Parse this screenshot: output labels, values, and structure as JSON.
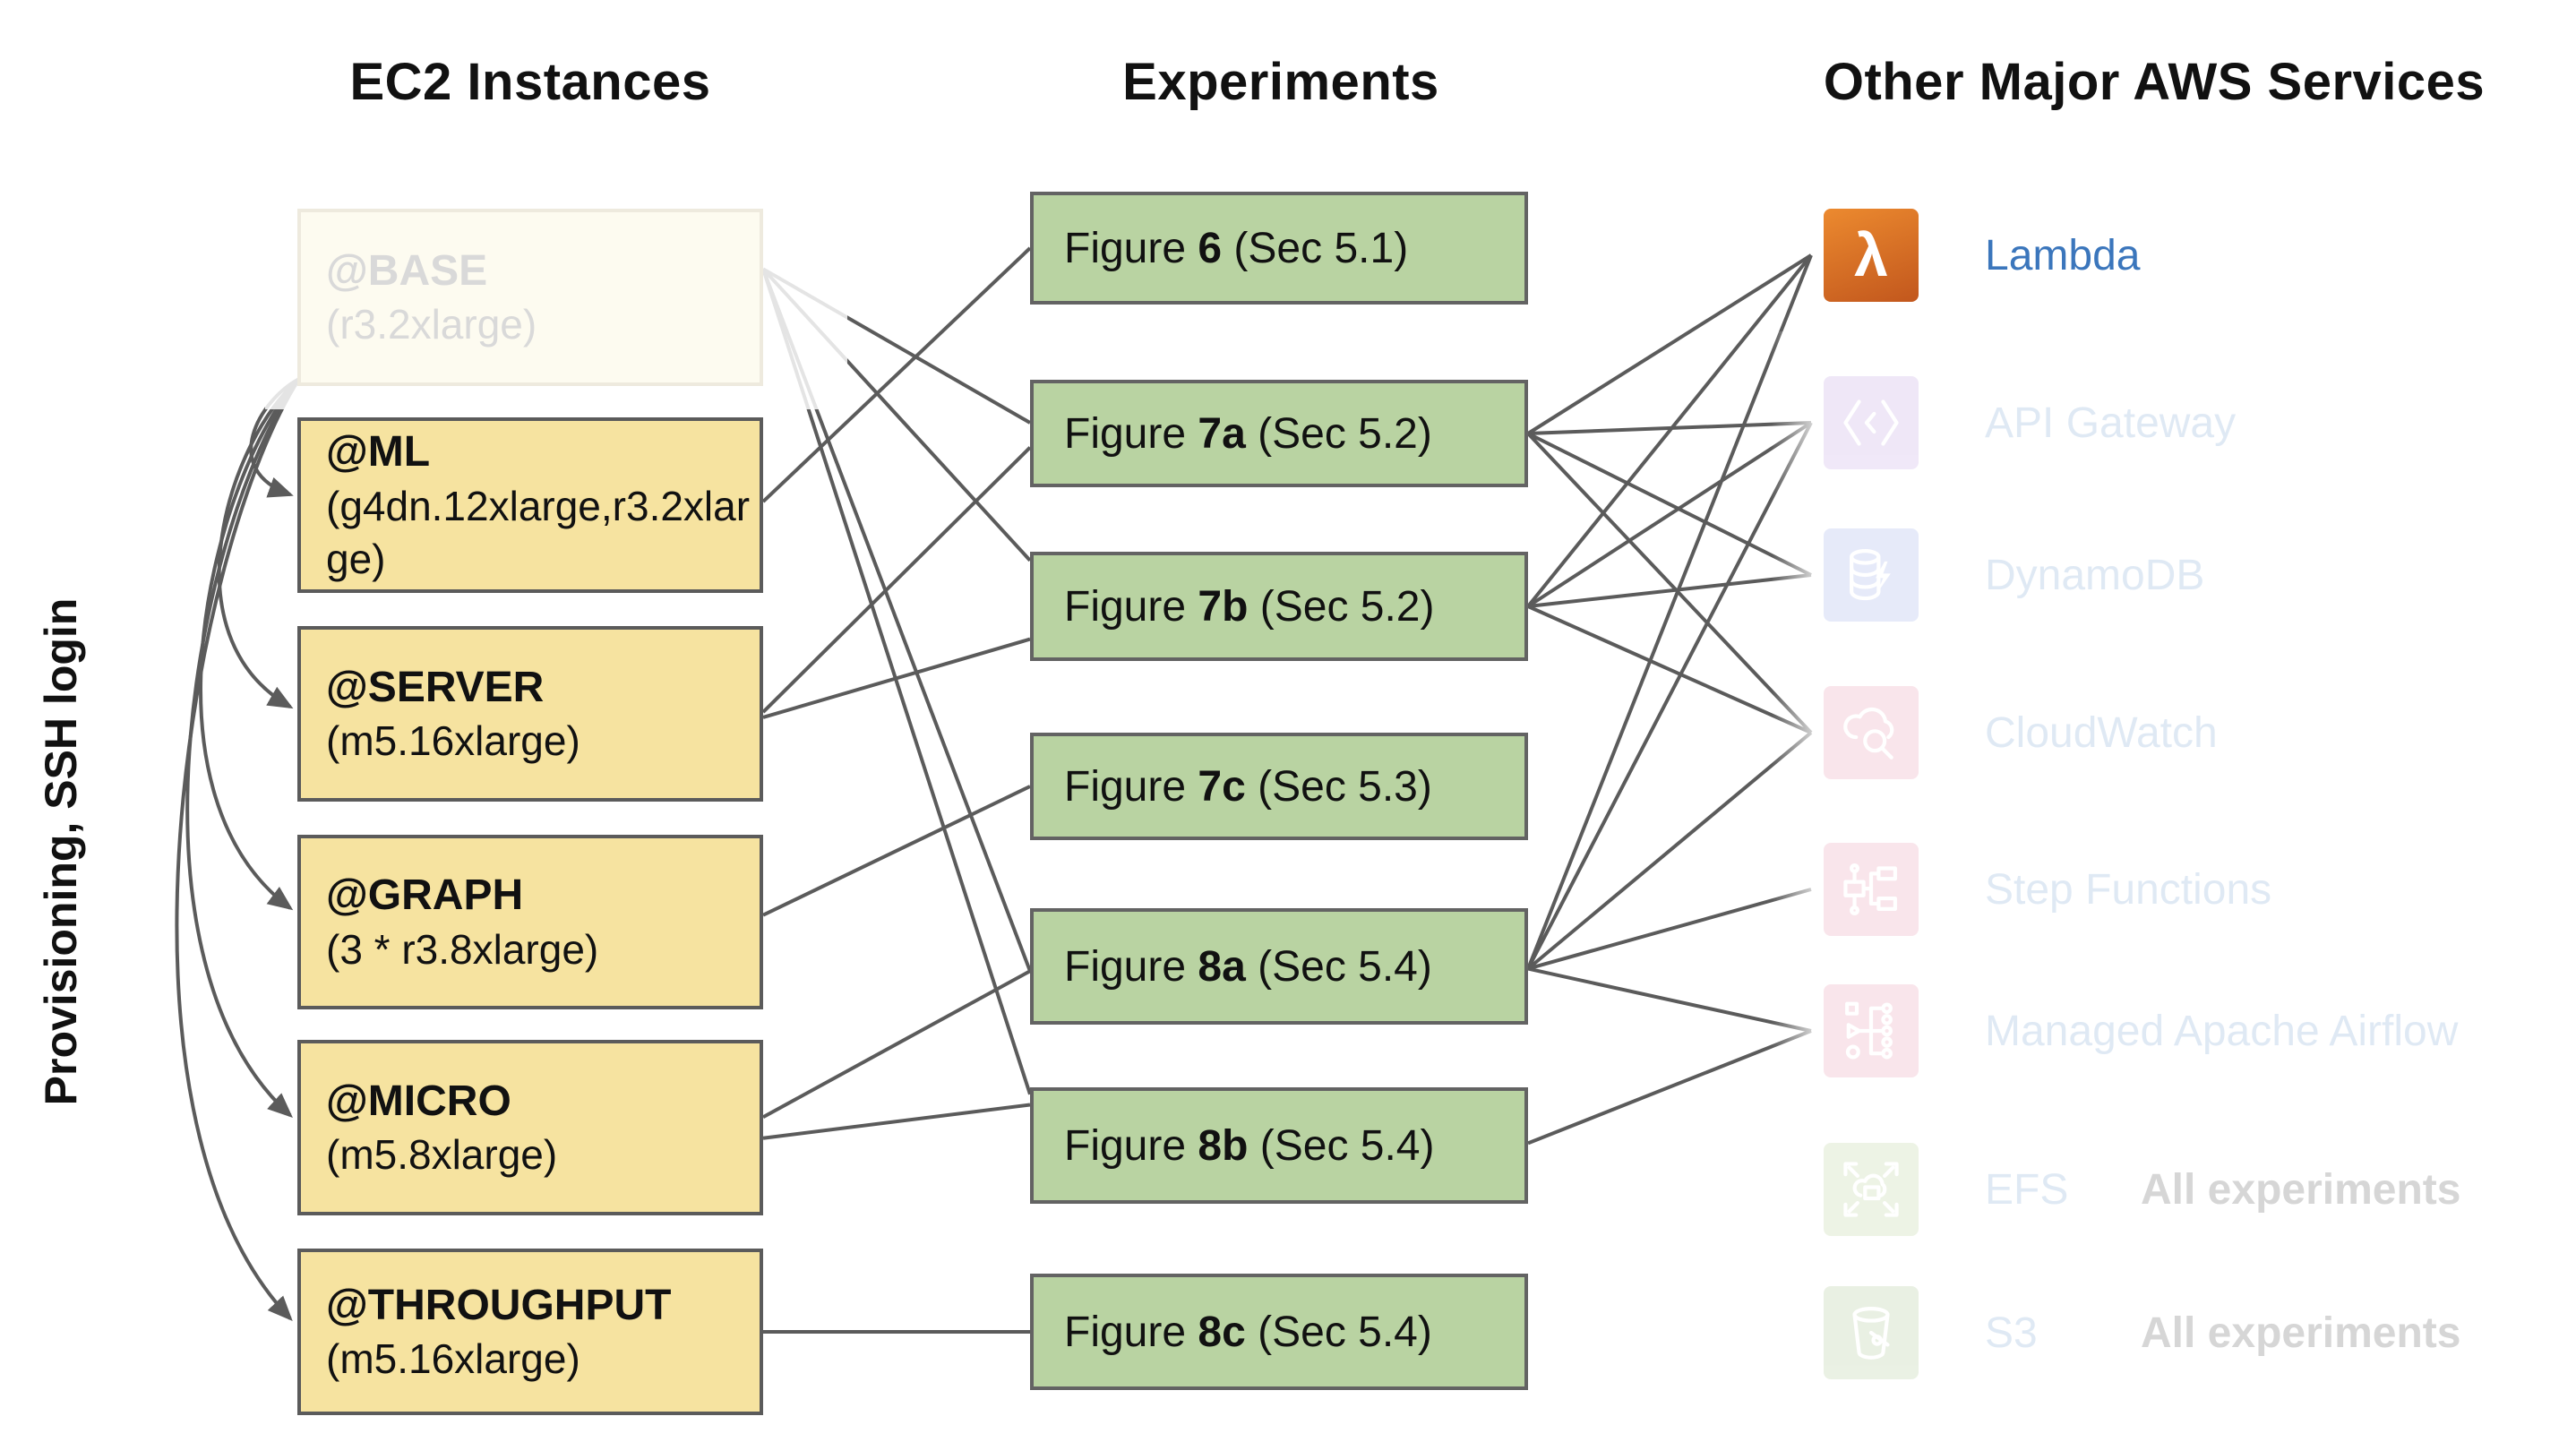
{
  "headers": {
    "ec2": "EC2 Instances",
    "experiments": "Experiments",
    "services": "Other Major AWS Services"
  },
  "side_label": "Provisioning, SSH login",
  "ec2_boxes": [
    {
      "id": "base",
      "name": "@BASE",
      "spec": "(r3.2xlarge)",
      "faded": true
    },
    {
      "id": "ml",
      "name": "@ML",
      "spec": "(g4dn.12xlarge,r3.2xlarge)",
      "faded": false
    },
    {
      "id": "server",
      "name": "@SERVER",
      "spec": "(m5.16xlarge)",
      "faded": false
    },
    {
      "id": "graph",
      "name": "@GRAPH",
      "spec": "(3 * r3.8xlarge)",
      "faded": false
    },
    {
      "id": "micro",
      "name": "@MICRO",
      "spec": "(m5.8xlarge)",
      "faded": false
    },
    {
      "id": "throughput",
      "name": "@THROUGHPUT",
      "spec": "(m5.16xlarge)",
      "faded": false
    }
  ],
  "experiment_boxes": [
    {
      "id": "fig6",
      "word": "Figure",
      "num": "6",
      "sec": "Sec 5.1"
    },
    {
      "id": "fig7a",
      "word": "Figure",
      "num": "7a",
      "sec": "Sec 5.2"
    },
    {
      "id": "fig7b",
      "word": "Figure",
      "num": "7b",
      "sec": "Sec 5.2"
    },
    {
      "id": "fig7c",
      "word": "Figure",
      "num": "7c",
      "sec": "Sec 5.3"
    },
    {
      "id": "fig8a",
      "word": "Figure",
      "num": "8a",
      "sec": "Sec 5.4"
    },
    {
      "id": "fig8b",
      "word": "Figure",
      "num": "8b",
      "sec": "Sec 5.4"
    },
    {
      "id": "fig8c",
      "word": "Figure",
      "num": "8c",
      "sec": "Sec 5.4"
    }
  ],
  "services": [
    {
      "id": "lambda",
      "label": "Lambda",
      "icon": "lambda-icon",
      "faded": false,
      "note": ""
    },
    {
      "id": "api",
      "label": "API Gateway",
      "icon": "api-gateway-icon",
      "faded": true,
      "note": ""
    },
    {
      "id": "dynamo",
      "label": "DynamoDB",
      "icon": "dynamodb-icon",
      "faded": true,
      "note": ""
    },
    {
      "id": "cloudwatch",
      "label": "CloudWatch",
      "icon": "cloudwatch-icon",
      "faded": true,
      "note": ""
    },
    {
      "id": "step",
      "label": "Step Functions",
      "icon": "step-functions-icon",
      "faded": true,
      "note": ""
    },
    {
      "id": "airflow",
      "label": "Managed Apache Airflow",
      "icon": "airflow-icon",
      "faded": true,
      "note": ""
    },
    {
      "id": "efs",
      "label": "EFS",
      "icon": "efs-icon",
      "faded": true,
      "note": "All experiments"
    },
    {
      "id": "s3",
      "label": "S3",
      "icon": "s3-icon",
      "faded": true,
      "note": "All experiments"
    }
  ],
  "colors": {
    "ec2_box_fill": "#f6e3a0",
    "experiment_box_fill": "#b9d3a2",
    "box_border": "#5b5b5b",
    "edge_line": "#5b5b5b",
    "lambda_label_blue": "#3b76bc",
    "lambda_tile_orange": "#d96f26",
    "faded_text_gray": "#d9d9d9"
  },
  "edges": {
    "provisioning": [
      {
        "from": "base",
        "to": "ml",
        "bow": 80,
        "tfy": 0.44
      },
      {
        "from": "base",
        "to": "server",
        "bow": 140,
        "tfy": 0.46
      },
      {
        "from": "base",
        "to": "graph",
        "bow": 175,
        "tfy": 0.42
      },
      {
        "from": "base",
        "to": "micro",
        "bow": 200,
        "tfy": 0.43
      },
      {
        "from": "base",
        "to": "throughput",
        "bow": 220,
        "tfy": 0.42
      }
    ],
    "to_experiments": [
      {
        "from": "base",
        "to": "fig7a",
        "sfy": 0.34,
        "tfy": 0.4
      },
      {
        "from": "base",
        "to": "fig7b",
        "sfy": 0.34,
        "tfy": 0.08
      },
      {
        "from": "base",
        "to": "fig8a",
        "sfy": 0.34,
        "tfy": 0.54
      },
      {
        "from": "base",
        "to": "fig8b",
        "sfy": 0.34,
        "tfy": 0.06
      },
      {
        "from": "ml",
        "to": "fig6",
        "sfy": 0.48,
        "tfy": 0.5
      },
      {
        "from": "server",
        "to": "fig7a",
        "sfy": 0.49,
        "tfy": 0.63
      },
      {
        "from": "server",
        "to": "fig7b",
        "sfy": 0.52,
        "tfy": 0.8
      },
      {
        "from": "graph",
        "to": "fig7c",
        "sfy": 0.46,
        "tfy": 0.5
      },
      {
        "from": "micro",
        "to": "fig8a",
        "sfy": 0.44,
        "tfy": 0.54
      },
      {
        "from": "micro",
        "to": "fig8b",
        "sfy": 0.56,
        "tfy": 0.15
      },
      {
        "from": "throughput",
        "to": "fig8c",
        "sfy": 0.5,
        "tfy": 0.5
      }
    ],
    "to_services": [
      {
        "from": "fig7a",
        "to": "lambda",
        "sfy": 0.5
      },
      {
        "from": "fig7a",
        "to": "api",
        "sfy": 0.5
      },
      {
        "from": "fig7a",
        "to": "dynamo",
        "sfy": 0.5
      },
      {
        "from": "fig7a",
        "to": "cloudwatch",
        "sfy": 0.5
      },
      {
        "from": "fig7b",
        "to": "lambda",
        "sfy": 0.5
      },
      {
        "from": "fig7b",
        "to": "api",
        "sfy": 0.5
      },
      {
        "from": "fig7b",
        "to": "dynamo",
        "sfy": 0.5
      },
      {
        "from": "fig7b",
        "to": "cloudwatch",
        "sfy": 0.5
      },
      {
        "from": "fig8a",
        "to": "lambda",
        "sfy": 0.52
      },
      {
        "from": "fig8a",
        "to": "api",
        "sfy": 0.52
      },
      {
        "from": "fig8a",
        "to": "cloudwatch",
        "sfy": 0.52
      },
      {
        "from": "fig8a",
        "to": "step",
        "sfy": 0.52
      },
      {
        "from": "fig8a",
        "to": "airflow",
        "sfy": 0.52
      },
      {
        "from": "fig8b",
        "to": "airflow",
        "sfy": 0.48
      }
    ]
  }
}
